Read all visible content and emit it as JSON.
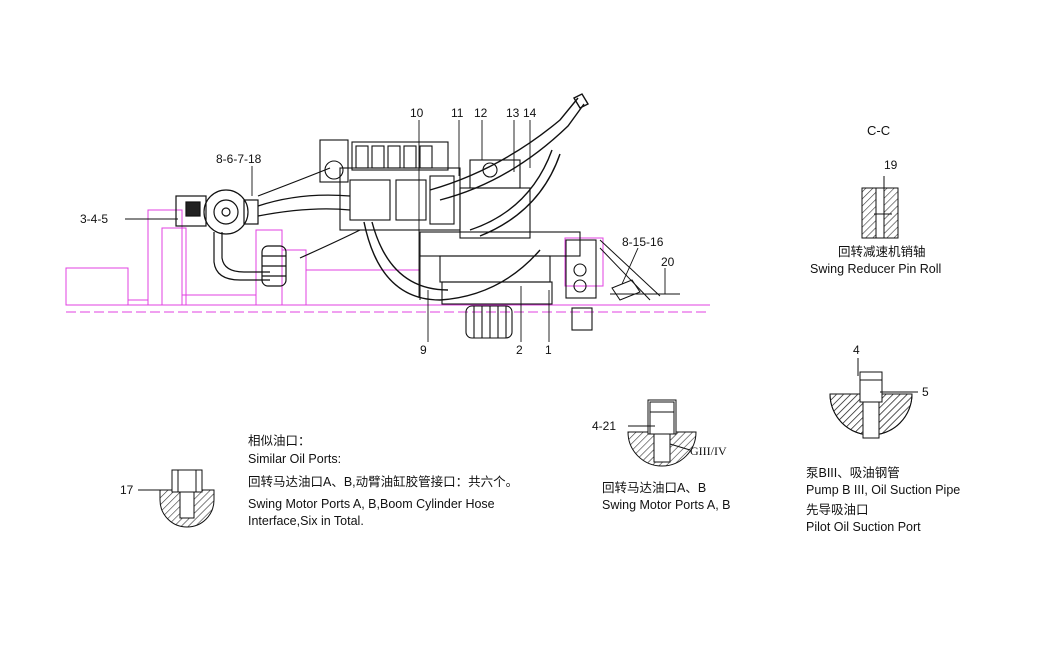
{
  "callouts": {
    "c10": "10",
    "c11": "11",
    "c12": "12",
    "c13": "13",
    "c14": "14",
    "c8_6_7_18": "8-6-7-18",
    "c3_4_5": "3-4-5",
    "c8_15_16": "8-15-16",
    "c20": "20",
    "c9": "9",
    "c2": "2",
    "c1": "1",
    "c19": "19",
    "c4a": "4",
    "c5": "5",
    "c4_21": "4-21",
    "c17": "17"
  },
  "section_cc": {
    "title": "C-C",
    "label_cn": "回转减速机销轴",
    "label_en": "Swing Reducer Pin Roll"
  },
  "similar_ports": {
    "heading_cn": "相似油口：",
    "heading_en": "Similar Oil Ports:",
    "desc_cn": "回转马达油口A、B,动臂油缸胶管接口：共六个。",
    "desc_en_1": "Swing Motor Ports A, B,Boom Cylinder Hose",
    "desc_en_2": "Interface,Six in Total."
  },
  "swing_ports": {
    "thread": "GIII/IV",
    "label_cn": "回转马达油口A、B",
    "label_en": "Swing Motor Ports A, B"
  },
  "pump_port": {
    "line1_cn": "泵BIII、吸油钢管",
    "line1_en": "Pump B III, Oil Suction Pipe",
    "line2_cn": "先导吸油口",
    "line2_en": "Pilot Oil Suction Port"
  },
  "colors": {
    "line": "#111111",
    "magenta": "#e040e0",
    "hatch": "#333333"
  }
}
